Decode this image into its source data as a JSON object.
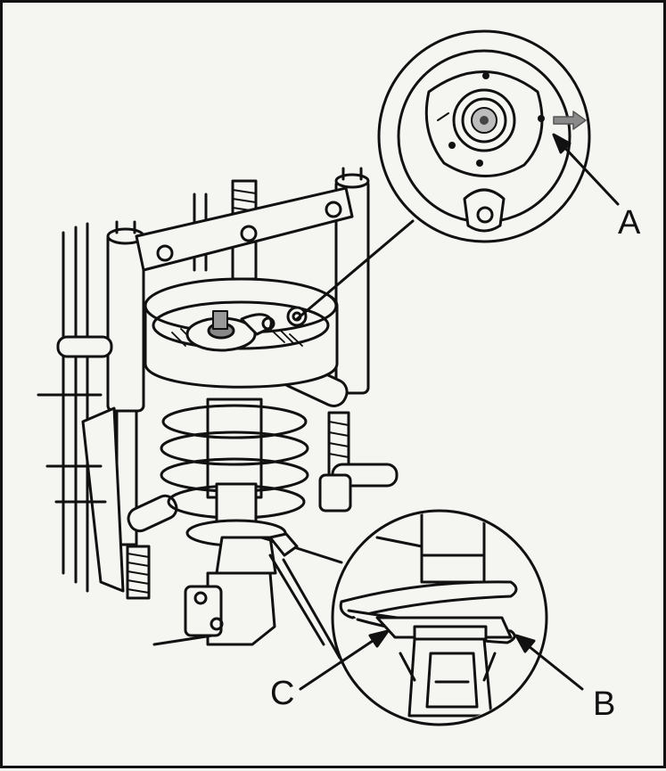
{
  "labels": {
    "a": "A",
    "b": "B",
    "c": "C"
  },
  "colors": {
    "ink": "#111111",
    "paper": "#f5f5f2",
    "shade": "#b8b8b8",
    "mid_gray": "#8a8a8a"
  }
}
